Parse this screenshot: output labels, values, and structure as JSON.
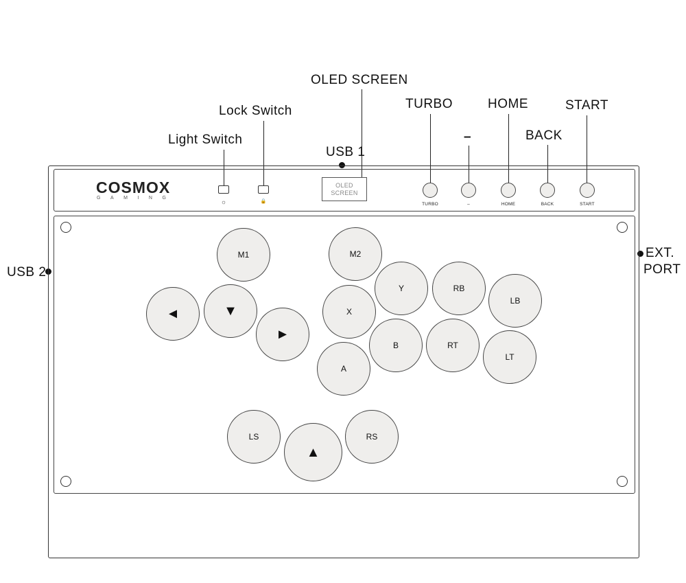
{
  "callouts": {
    "oled_screen": "OLED SCREEN",
    "lock_switch": "Lock Switch",
    "light_switch": "Light Switch",
    "usb1": "USB 1",
    "turbo": "TURBO",
    "minus": "–",
    "home": "HOME",
    "back": "BACK",
    "start": "START",
    "usb2": "USB 2",
    "ext_line1": "EXT.",
    "ext_line2": "PORT"
  },
  "panel": {
    "logo": "COSMOX",
    "logo_sub": "GAMING",
    "light_icon": "☼",
    "lock_icon": "🔒",
    "oled_line1": "OLED",
    "oled_line2": "SCREEN",
    "small_buttons": [
      "TURBO",
      "–",
      "HOME",
      "BACK",
      "START"
    ]
  },
  "buttons": {
    "m1": "M1",
    "m2": "M2",
    "left": "◄",
    "down": "▼",
    "right": "►",
    "up": "▲",
    "y": "Y",
    "rb": "RB",
    "lb": "LB",
    "x": "X",
    "b": "B",
    "rt": "RT",
    "lt": "LT",
    "a": "A",
    "ls": "LS",
    "rs": "RS"
  },
  "colors": {
    "button_fill": "#efeeec",
    "outline": "#444444"
  }
}
